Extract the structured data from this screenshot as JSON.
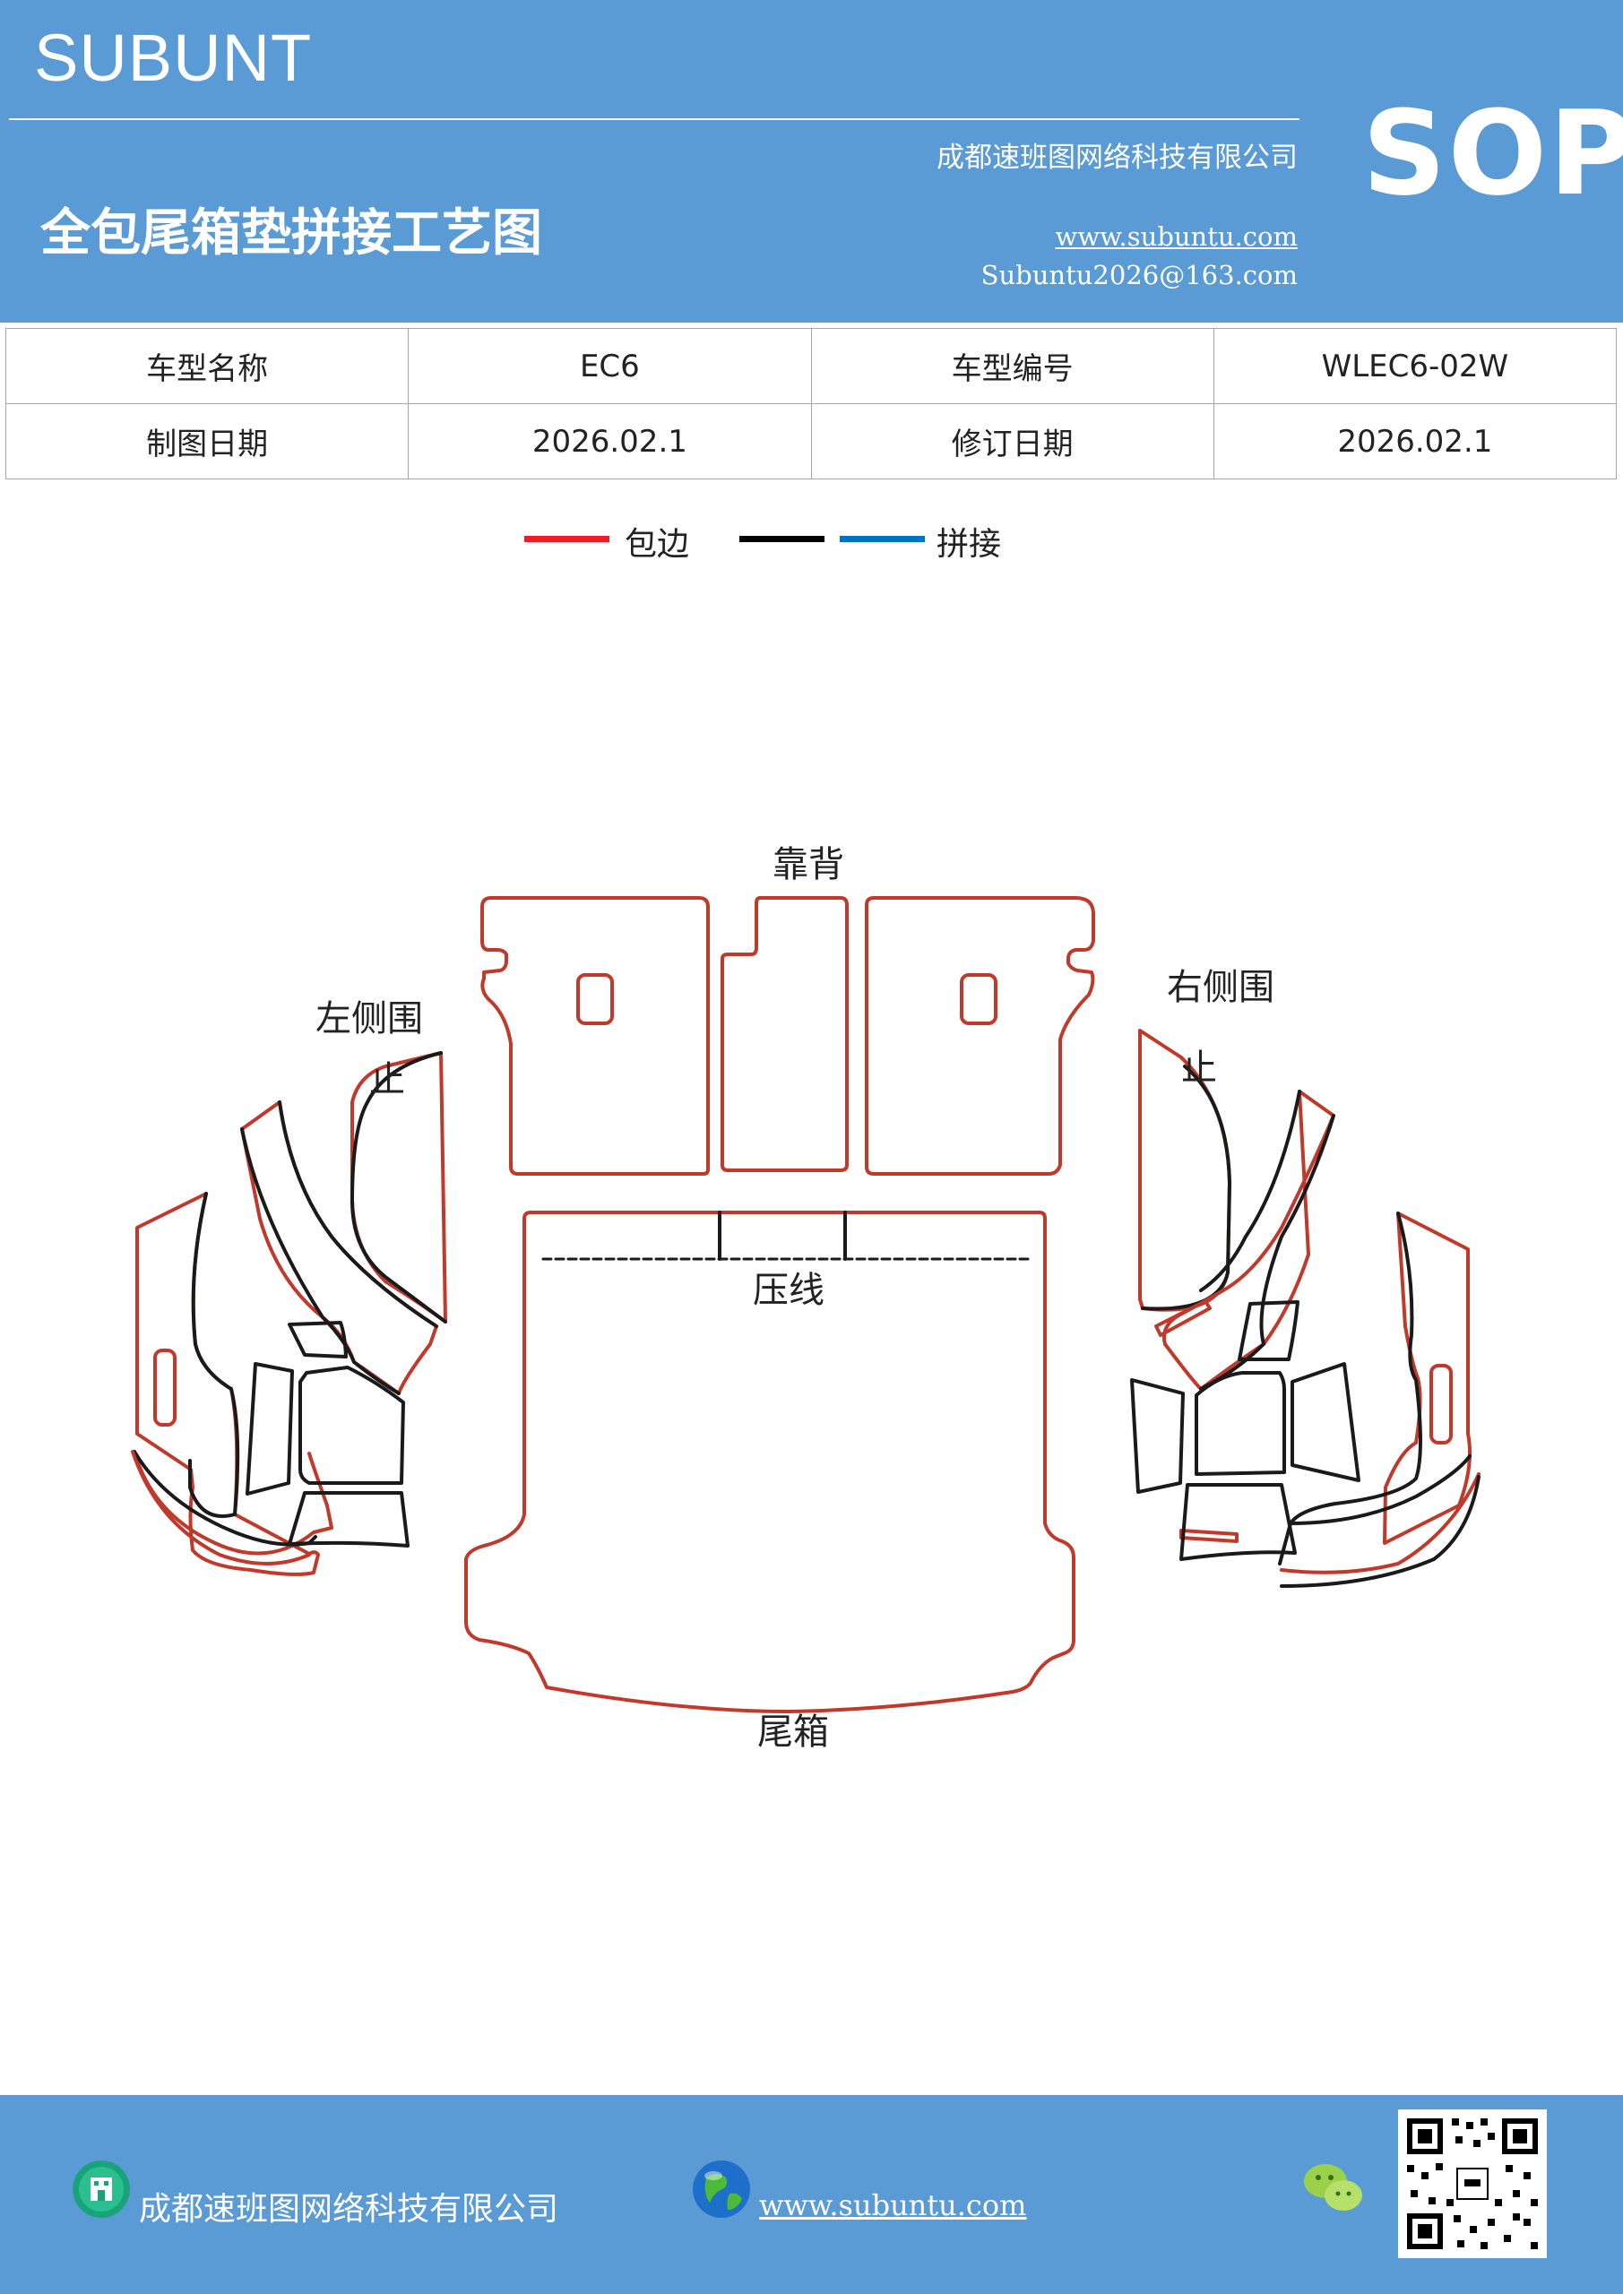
{
  "header": {
    "brand": "SUBUNT",
    "company": "成都速班图网络科技有限公司",
    "title": "全包尾箱垫拼接工艺图",
    "url": "www.subuntu.com",
    "email": "Subuntu2026@163.com",
    "badge": "SOP",
    "background_color": "#5b9bd5"
  },
  "info_table": {
    "rows": [
      [
        "车型名称",
        "EC6",
        "车型编号",
        "WLEC6-02W"
      ],
      [
        "制图日期",
        "2026.02.1",
        "修订日期",
        "2026.02.1"
      ]
    ]
  },
  "legend": {
    "items": [
      {
        "label": "包边",
        "color": "#ee1c24"
      },
      {
        "label": "",
        "color": "#000000"
      },
      {
        "label": "拼接",
        "color": "#0070c0"
      }
    ]
  },
  "diagram": {
    "labels": {
      "backrest": "靠背",
      "left_side": "左侧围",
      "left_side_sub": "止",
      "right_side": "右侧围",
      "right_side_sub": "止",
      "press_line": "压线",
      "trunk": "尾箱"
    },
    "edge_color": "#c0392b",
    "seam_color": "#1a1a1a"
  },
  "footer": {
    "company": "成都速班图网络科技有限公司",
    "url": "www.subuntu.com",
    "icons": [
      "building-icon",
      "globe-icon",
      "wechat-icon",
      "qr-code"
    ]
  }
}
